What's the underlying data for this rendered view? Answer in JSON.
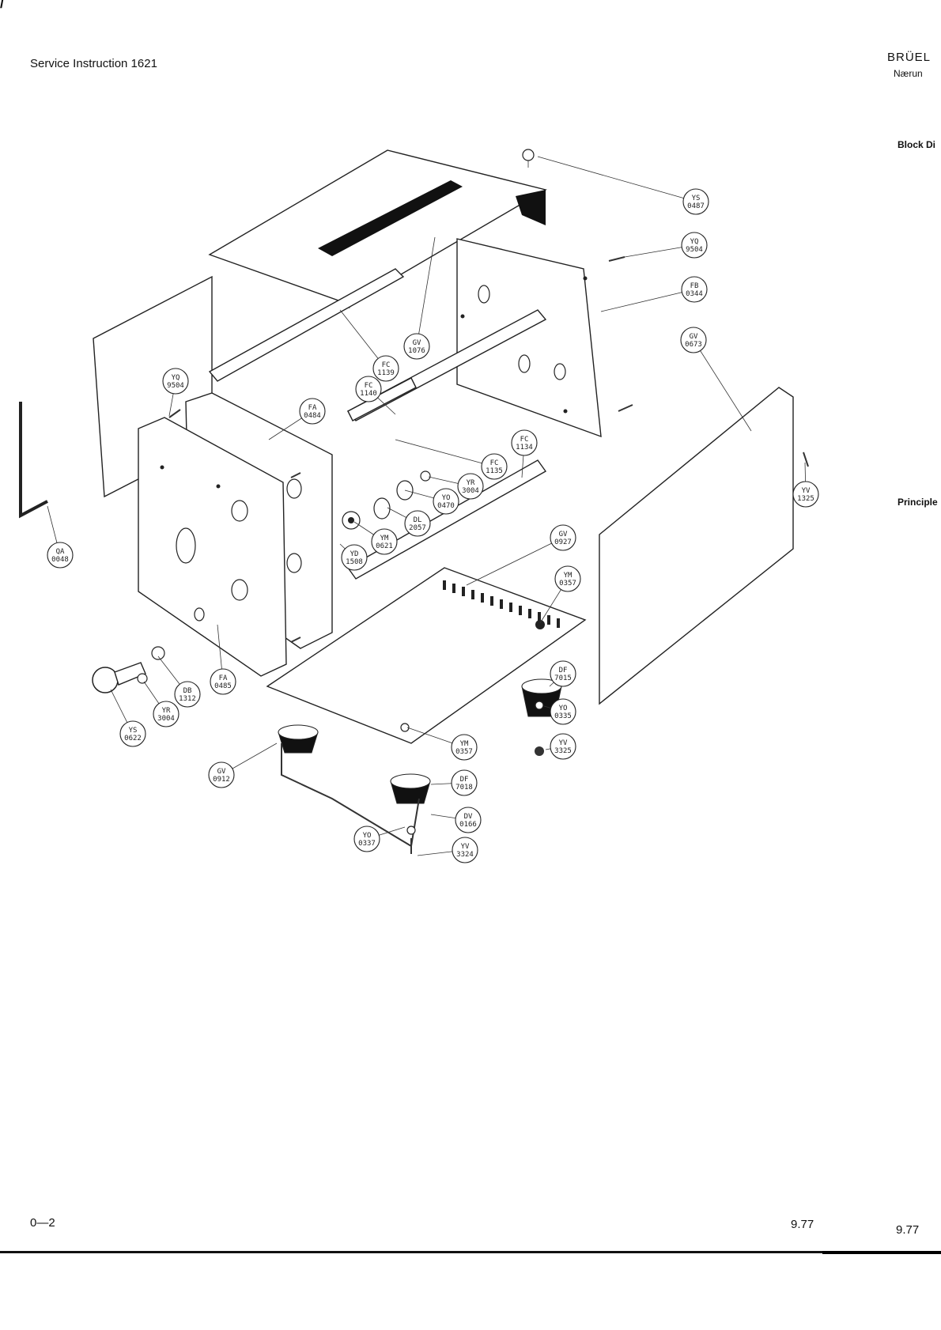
{
  "header": {
    "doc_title": "Service Instruction 1621",
    "brand": "BRÜEL",
    "brand_sub": "Nærun"
  },
  "side": {
    "heading1": "Block Di",
    "heading2": "Principle"
  },
  "footer": {
    "page": "0—2",
    "date_left": "9.77",
    "date_right": "9.77"
  },
  "marks": {
    "corner": "/"
  },
  "parts": [
    {
      "code": "YS",
      "num": "0487"
    },
    {
      "code": "YQ",
      "num": "9504"
    },
    {
      "code": "FB",
      "num": "0344"
    },
    {
      "code": "GV",
      "num": "0673"
    },
    {
      "code": "GV",
      "num": "1076"
    },
    {
      "code": "FC",
      "num": "1139"
    },
    {
      "code": "YQ",
      "num": "9504"
    },
    {
      "code": "FC",
      "num": "1140"
    },
    {
      "code": "FA",
      "num": "0484"
    },
    {
      "code": "FC",
      "num": "1134"
    },
    {
      "code": "FC",
      "num": "1135"
    },
    {
      "code": "YR",
      "num": "3004"
    },
    {
      "code": "YO",
      "num": "0470"
    },
    {
      "code": "DL",
      "num": "2057"
    },
    {
      "code": "YM",
      "num": "0621"
    },
    {
      "code": "YD",
      "num": "1508"
    },
    {
      "code": "YV",
      "num": "1325"
    },
    {
      "code": "QA",
      "num": "0048"
    },
    {
      "code": "GV",
      "num": "0927"
    },
    {
      "code": "YM",
      "num": "0357"
    },
    {
      "code": "FA",
      "num": "0485"
    },
    {
      "code": "DB",
      "num": "1312"
    },
    {
      "code": "YR",
      "num": "3004"
    },
    {
      "code": "YS",
      "num": "0622"
    },
    {
      "code": "DF",
      "num": "7015"
    },
    {
      "code": "YO",
      "num": "0335"
    },
    {
      "code": "YV",
      "num": "3325"
    },
    {
      "code": "YM",
      "num": "0357"
    },
    {
      "code": "GV",
      "num": "0912"
    },
    {
      "code": "DF",
      "num": "7018"
    },
    {
      "code": "DV",
      "num": "0166"
    },
    {
      "code": "YO",
      "num": "0337"
    },
    {
      "code": "YV",
      "num": "3324"
    }
  ]
}
